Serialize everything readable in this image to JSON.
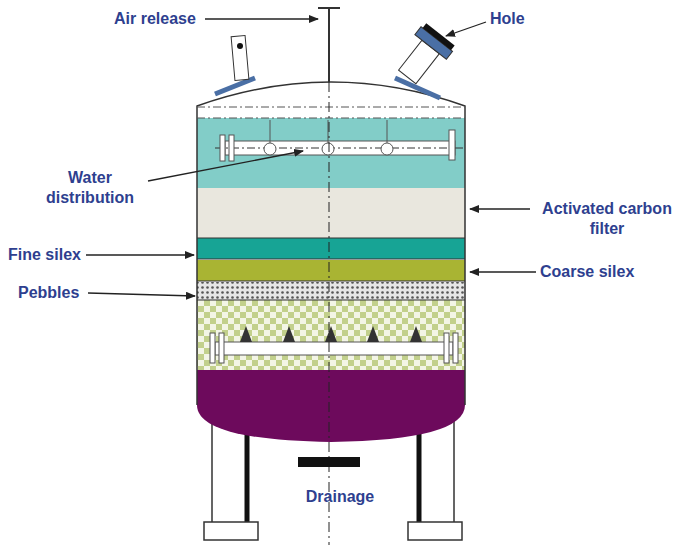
{
  "diagram": {
    "labels": [
      "Air release",
      "Hole",
      "Water distribution",
      "Activated carbon filter",
      "Fine silex",
      "Coarse silex",
      "Pebbles",
      "Drainage"
    ]
  }
}
